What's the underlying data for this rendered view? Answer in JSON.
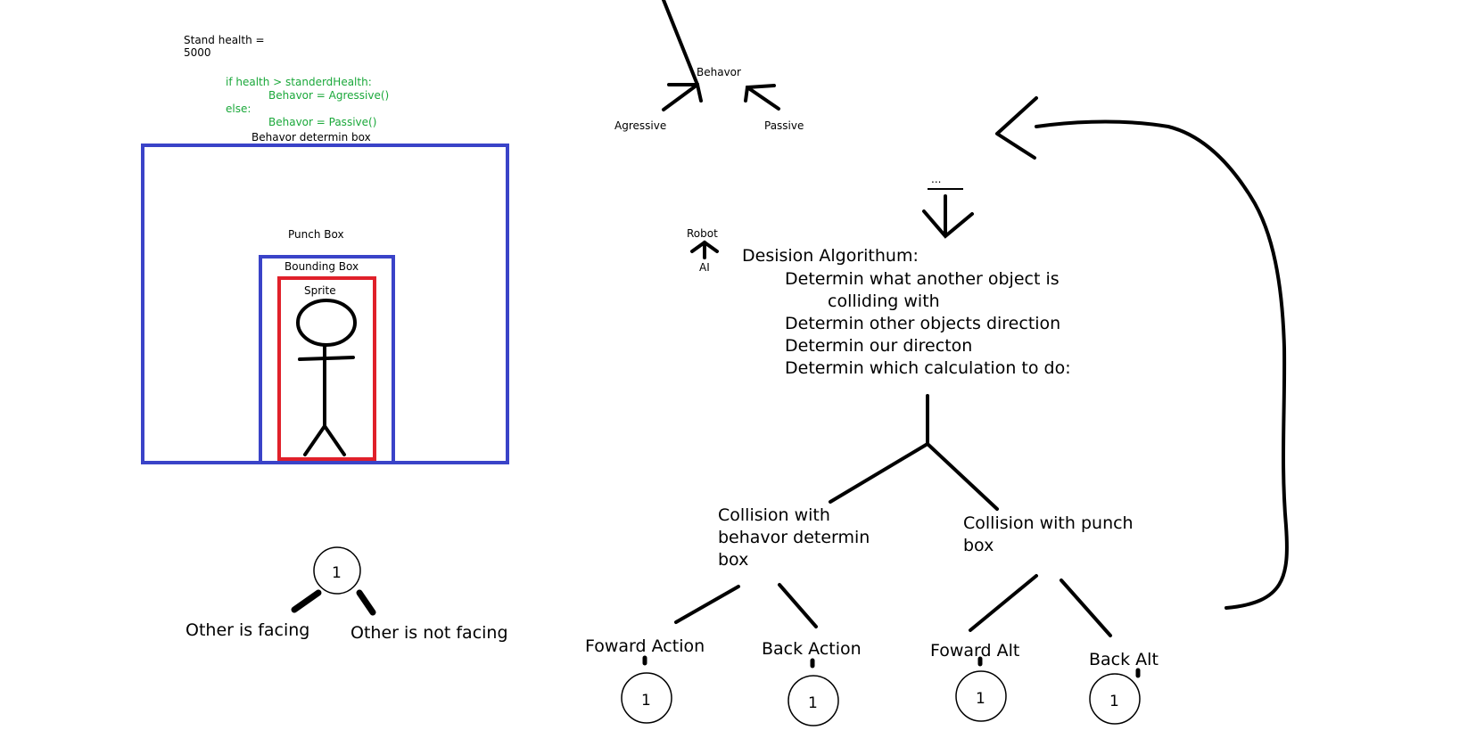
{
  "health": {
    "line1": "Stand health =",
    "line2": "5000"
  },
  "code": {
    "line1": "if health > standerdHealth:",
    "line2": "Behavor = Agressive()",
    "line3": "else:",
    "line4": "Behavor = Passive()"
  },
  "boxes": {
    "behavior_label": "Behavor determin box",
    "punch_label": "Punch Box",
    "bounding_label": "Bounding Box",
    "sprite_label": "Sprite"
  },
  "behavior_tree": {
    "root": "Behavor",
    "left": "Agressive",
    "right": "Passive"
  },
  "robot": {
    "top": "Robot",
    "bottom": "AI"
  },
  "ellipsis": "...",
  "algorithm": {
    "title": "Desision Algorithum:",
    "step1_a": "Determin what another object is",
    "step1_b": "colliding with",
    "step2": "Determin other objects direction",
    "step3": "Determin our directon",
    "step4": "Determin which calculation to do:"
  },
  "branches": {
    "left_a": "Collision with",
    "left_b": "behavor determin",
    "left_c": "box",
    "right_a": "Collision with punch",
    "right_b": "box"
  },
  "leaves": {
    "foward_action": "Foward Action",
    "back_action": "Back Action",
    "foward_alt": "Foward Alt",
    "back_alt": "Back Alt"
  },
  "facing": {
    "node": "1",
    "left": "Other is facing",
    "right": "Other is not facing"
  },
  "node_value": "1",
  "colors": {
    "box_blue": "#3a43c8",
    "sprite_red": "#e0202a",
    "code_green": "#1aa83a",
    "ink": "#000000"
  }
}
